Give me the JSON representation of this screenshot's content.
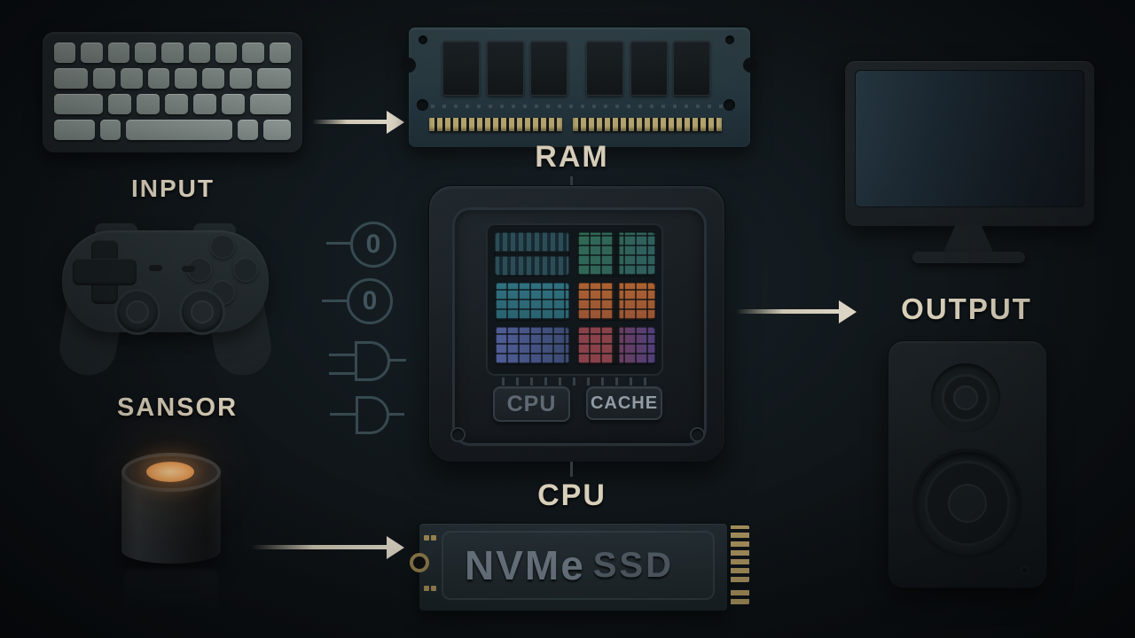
{
  "labels": {
    "input": "INPUT",
    "sensor": "SANSOR",
    "ram": "RAM",
    "cpu": "CPU",
    "output": "OUTPUT"
  },
  "chip": {
    "cpu_badge": "CPU",
    "cache_badge": "CACHE"
  },
  "ssd": {
    "name": "NVMe",
    "type": "SSD"
  },
  "logic": {
    "bit_top": "0",
    "bit_bottom": "0"
  },
  "icons": {
    "keyboard": "keyboard-icon",
    "gamepad": "gamepad-icon",
    "smart_sensor": "sensor-cylinder-icon",
    "ram_module": "ram-stick-icon",
    "cpu_chip": "cpu-chip-icon",
    "nvme_ssd": "nvme-ssd-icon",
    "monitor": "monitor-icon",
    "speaker": "speaker-icon",
    "and_gate": "and-gate-icon",
    "arrow": "arrow-right-icon"
  },
  "colors": {
    "background": "#0d1216",
    "label_text": "#d8cfba",
    "arrow": "#ddd6c6",
    "sensor_glow": "#eda45c",
    "ram_pcb": "#2a3a40",
    "pin_gold": "#b3a26b",
    "die_stripe_teal": "#2b4c57",
    "die_green": "#2f6a52",
    "die_teal": "#2f7282",
    "die_orange": "#b2622f",
    "die_blue": "#505d99",
    "die_red": "#8c4048",
    "die_purple": "#503e7a"
  }
}
